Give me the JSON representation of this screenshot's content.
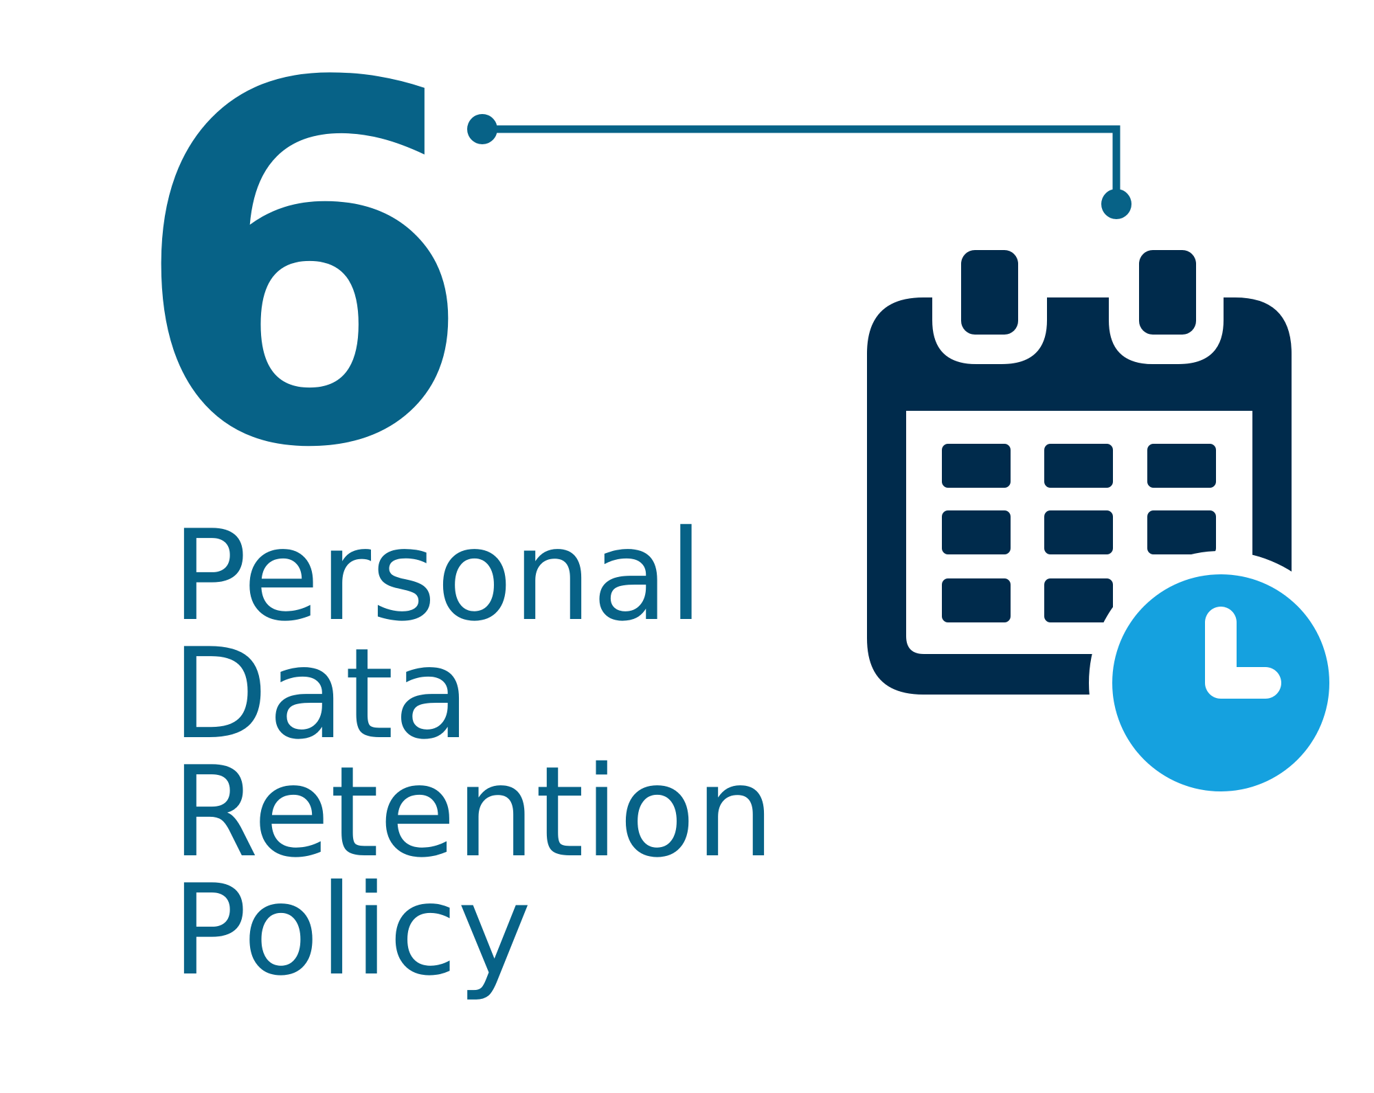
{
  "number": "6",
  "title_lines": [
    "Personal",
    "Data",
    "Retention",
    "Policy"
  ],
  "colors": {
    "teal": "#076287",
    "navy": "#002B4C",
    "sky": "#15A1DF",
    "background": "#FFFFFF"
  },
  "icons": {
    "connector": "connector-line-icon",
    "calendar": "calendar-clock-icon"
  }
}
